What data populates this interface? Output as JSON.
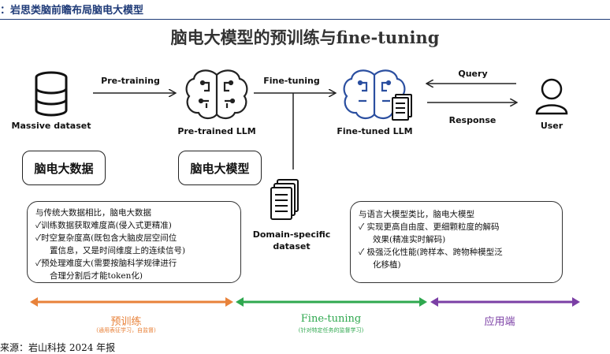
{
  "caption": "：岩思类脑前瞻布局脑电大模型",
  "title": "脑电大模型的预训练与fine-tuning",
  "nodes": {
    "massive_dataset": "Massive dataset",
    "pretrained_llm": "Pre-trained LLM",
    "finetuned_llm": "Fine-tuned LLM",
    "user": "User",
    "domain_dataset_line1": "Domain-specific",
    "domain_dataset_line2": "dataset"
  },
  "edges": {
    "pretraining": "Pre-training",
    "finetuning": "Fine-tuning",
    "query": "Query",
    "response": "Response"
  },
  "tags": {
    "eeg_big_data": "脑电大数据",
    "eeg_big_model": "脑电大模型"
  },
  "left_note": {
    "lines": [
      "与传统大数据相比，脑电大数据",
      "✓训练数据获取难度高(侵入式更精准)",
      "✓时空复杂度高(既包含大脑皮层空间位",
      "置信息，又是时间维度上的连续信号)",
      "✓预处理难度大(需要按脑科学规律进行",
      "合理分割后才能token化)"
    ]
  },
  "right_note": {
    "lines": [
      "与语言大模型类比，脑电大模型",
      "✓  实现更高自由度、更细颗粒度的解码",
      "效果(精准实时解码)",
      "✓  极强泛化性能(跨样本、跨物种模型泛",
      "化移植)"
    ]
  },
  "phases": [
    {
      "label": "预训练",
      "sub": "(通用表征学习，自监督)",
      "color": "#e8823a"
    },
    {
      "label": "Fine-tuning",
      "sub": "(针对特定任务的监督学习)",
      "color": "#2fa84f"
    },
    {
      "label": "应用端",
      "sub": "",
      "color": "#7b3fa5"
    }
  ],
  "source": "来源：岩山科技 2024 年报"
}
